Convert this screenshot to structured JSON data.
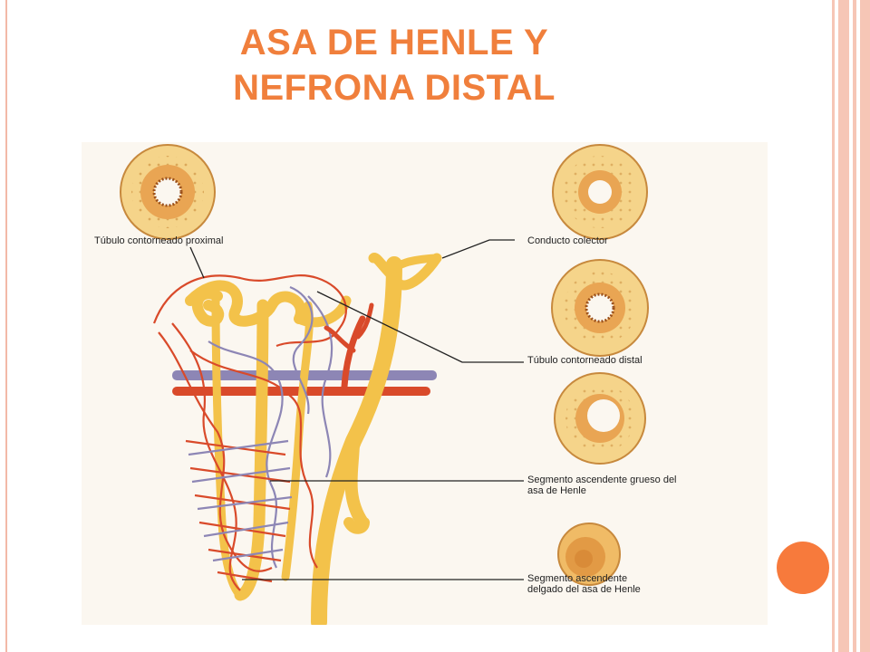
{
  "slide": {
    "title_line1": "ASA DE HENLE Y",
    "title_line2": "NEFRONA DISTAL",
    "accent_color": "#f07f3c"
  },
  "figure": {
    "labels": {
      "proximal": "Túbulo contorneado proximal",
      "collector": "Conducto colector",
      "distal": "Túbulo contorneado distal",
      "thick_line1": "Segmento ascendente grueso del",
      "thick_line2": "asa de Henle",
      "thin_line1": "Segmento ascendente",
      "thin_line2": "delgado del asa de Henle"
    },
    "colors": {
      "tubule": "#f3c24a",
      "tubule_light": "#f7d886",
      "artery": "#d94a2a",
      "vein": "#8d86b5",
      "cell_ring": "#eaa15a"
    }
  }
}
